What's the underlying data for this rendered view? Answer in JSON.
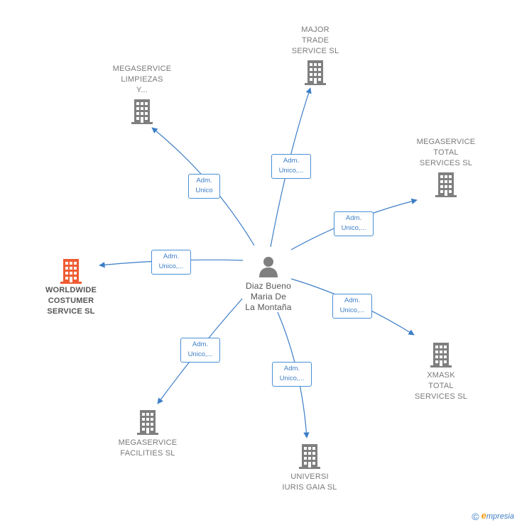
{
  "colors": {
    "edge": "#3d7ec7",
    "building": "#7f7f7f",
    "building_main": "#ef5b32",
    "person": "#7f7f7f"
  },
  "center": {
    "name": "Diaz Bueno\nMaria De\nLa Montaña",
    "icon": "person-icon"
  },
  "companies": [
    {
      "id": "major-trade",
      "name": "MAJOR\nTRADE\nSERVICE  SL",
      "icon": "building-icon",
      "main": false
    },
    {
      "id": "megaservice-limpiezas",
      "name": "MEGASERVICE\nLIMPIEZAS\nY...",
      "icon": "building-icon",
      "main": false
    },
    {
      "id": "megaservice-total",
      "name": "MEGASERVICE\nTOTAL\nSERVICES  SL",
      "icon": "building-icon",
      "main": false
    },
    {
      "id": "worldwide",
      "name": "WORLDWIDE\nCOSTUMER\nSERVICE  SL",
      "icon": "building-icon",
      "main": true
    },
    {
      "id": "xmask",
      "name": "XMASK\nTOTAL\nSERVICES  SL",
      "icon": "building-icon",
      "main": false
    },
    {
      "id": "megaservice-facilities",
      "name": "MEGASERVICE\nFACILITIES  SL",
      "icon": "building-icon",
      "main": false
    },
    {
      "id": "universi",
      "name": "UNIVERSI\nIURIS GAIA  SL",
      "icon": "building-icon",
      "main": false
    }
  ],
  "relations": [
    {
      "target": "major-trade",
      "label": "Adm.\nUnico,..."
    },
    {
      "target": "megaservice-limpiezas",
      "label": "Adm.\nUnico"
    },
    {
      "target": "megaservice-total",
      "label": "Adm.\nUnico,..."
    },
    {
      "target": "worldwide",
      "label": "Adm.\nUnico,..."
    },
    {
      "target": "xmask",
      "label": "Adm.\nUnico,..."
    },
    {
      "target": "megaservice-facilities",
      "label": "Adm.\nUnico,..."
    },
    {
      "target": "universi",
      "label": "Adm.\nUnico,..."
    }
  ],
  "footer": {
    "copyright": "©",
    "brand_first": "e",
    "brand_rest": "mpresia"
  }
}
